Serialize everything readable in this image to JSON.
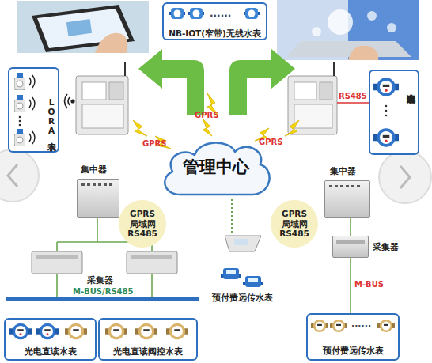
{
  "diagram": {
    "nodes": [
      {
        "text": [
          "......",
          "NB-IOT(窄带)无线水表"
        ]
      },
      {
        "text": [
          "LORA水表"
        ]
      },
      {
        "text": [
          "光电直读水表"
        ]
      },
      {
        "text": [
          "管理中心"
        ]
      },
      {
        "text": [
          "集中器"
        ]
      },
      {
        "text": [
          "集中器"
        ]
      },
      {
        "text": [
          "GPRS 局域网 RS485"
        ]
      },
      {
        "text": [
          "GPRS 局域网 RS485"
        ]
      },
      {
        "text": [
          "采集器"
        ]
      },
      {
        "text": [
          "光电直读水表"
        ]
      },
      {
        "text": [
          "光电直读阀控水表"
        ]
      },
      {
        "text": [
          "......",
          "预付费远传水表"
        ]
      }
    ],
    "edges": [
      {
        "from": 5,
        "to": 8,
        "arrow": "none"
      },
      {
        "from": 8,
        "to": 11,
        "label": "M-BUS",
        "arrow": "none"
      }
    ],
    "labels": [
      "RS485",
      "GPRS",
      "GPRS",
      "GPRS",
      "采集器",
      "M-BUS/RS485",
      "预付费远传水表"
    ]
  }
}
